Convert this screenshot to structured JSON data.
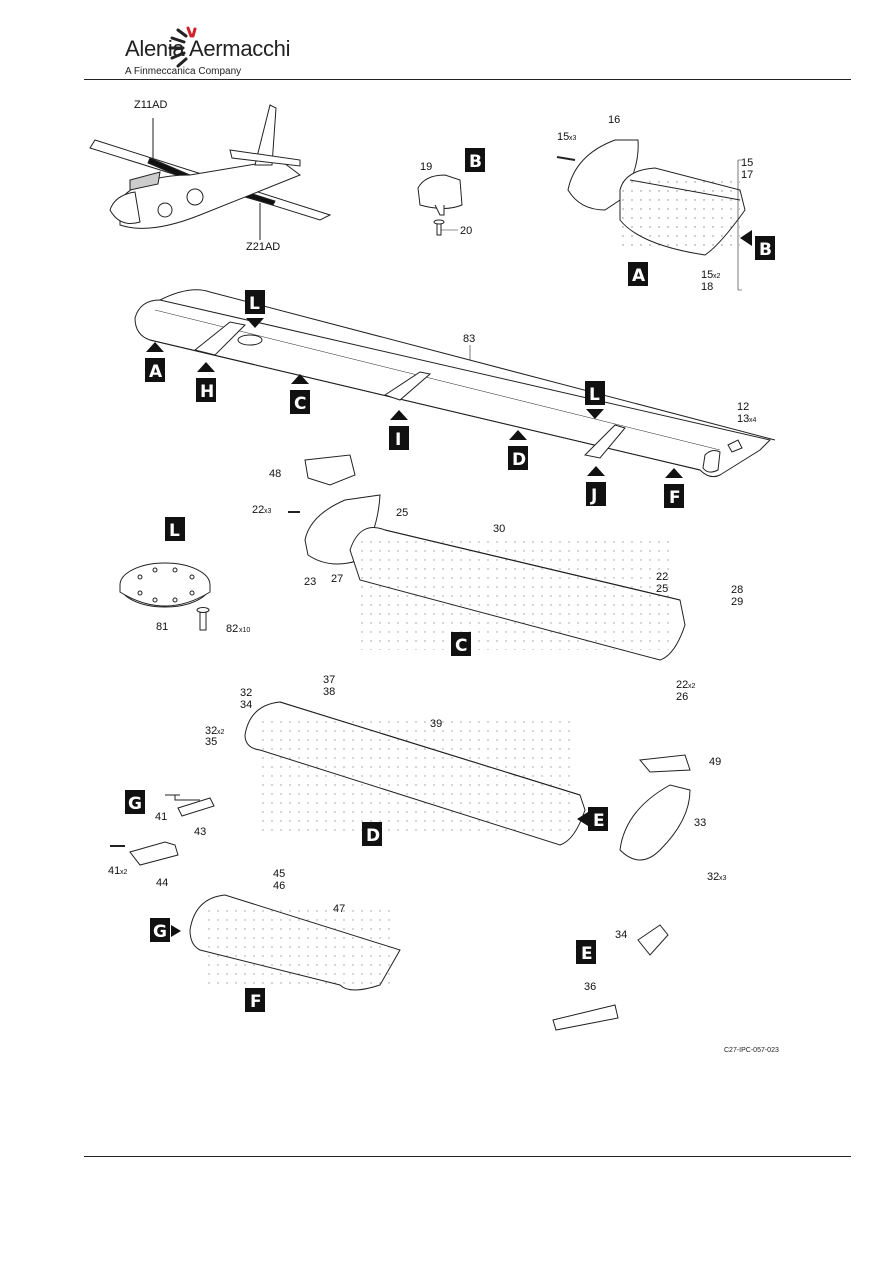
{
  "header": {
    "brand": "Alenia Aermacchi",
    "tagline": "A Finmeccanica Company"
  },
  "aircraft": {
    "left_label": "Z11AD",
    "right_label": "Z21AD"
  },
  "views": [
    "A",
    "B",
    "C",
    "D",
    "E",
    "F",
    "G",
    "H",
    "I",
    "J",
    "L"
  ],
  "items": {
    "n12": "12",
    "n13": "13",
    "n15a": "15",
    "n15b": "15",
    "n15c": "15",
    "n16": "16",
    "n17": "17",
    "n18": "18",
    "n19": "19",
    "n20": "20",
    "n22a": "22",
    "n22b": "22",
    "n22c": "22",
    "n23": "23",
    "n25a": "25",
    "n25b": "25",
    "n26": "26",
    "n27": "27",
    "n28": "28",
    "n29": "29",
    "n30": "30",
    "n32a": "32",
    "n32b": "32",
    "n32c": "32",
    "n33": "33",
    "n34a": "34",
    "n34b": "34",
    "n35": "35",
    "n36": "36",
    "n37": "37",
    "n38": "38",
    "n39": "39",
    "n41a": "41",
    "n41b": "41",
    "n43": "43",
    "n44": "44",
    "n45": "45",
    "n46": "46",
    "n47": "47",
    "n48": "48",
    "n49": "49",
    "n81": "81",
    "n82": "82",
    "n83": "83"
  },
  "qty": {
    "x3": "x3",
    "x2": "x2",
    "x4": "x4",
    "x10": "x10"
  },
  "figure_ref": "C27-IPC-057-023"
}
